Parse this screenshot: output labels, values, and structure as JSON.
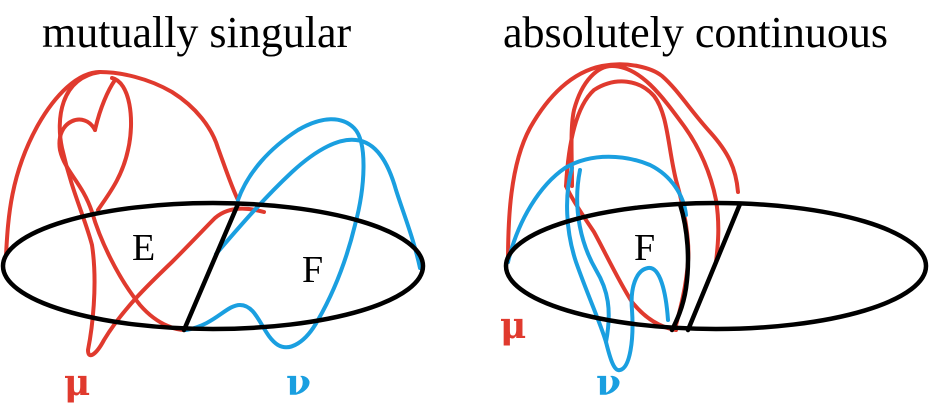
{
  "panels": [
    {
      "title": "mutually singular",
      "labels": {
        "set_e": "E",
        "set_f": "F",
        "mu": "μ",
        "nu": "ν"
      }
    },
    {
      "title": "absolutely continuous",
      "labels": {
        "set_f": "F",
        "mu": "μ",
        "nu": "ν"
      }
    }
  ],
  "colors": {
    "mu": "#e03a2e",
    "nu": "#1a9fe0",
    "outline": "#000000"
  }
}
